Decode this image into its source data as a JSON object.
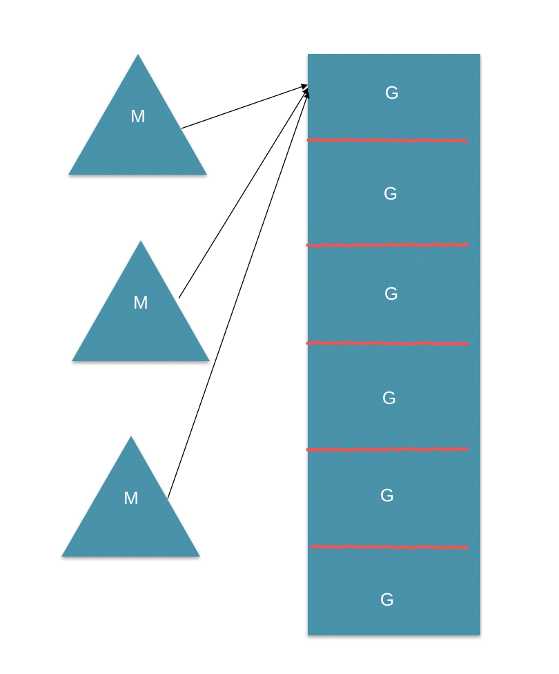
{
  "colors": {
    "shape_fill": "#2f8da7",
    "divider": "#e35a5a",
    "arrow": "#000000",
    "label": "#ffffff"
  },
  "m_nodes": [
    {
      "label": "M"
    },
    {
      "label": "M"
    },
    {
      "label": "M"
    }
  ],
  "g_blocks": [
    {
      "label": "G"
    },
    {
      "label": "G"
    },
    {
      "label": "G"
    },
    {
      "label": "G"
    },
    {
      "label": "G"
    },
    {
      "label": "G"
    }
  ]
}
